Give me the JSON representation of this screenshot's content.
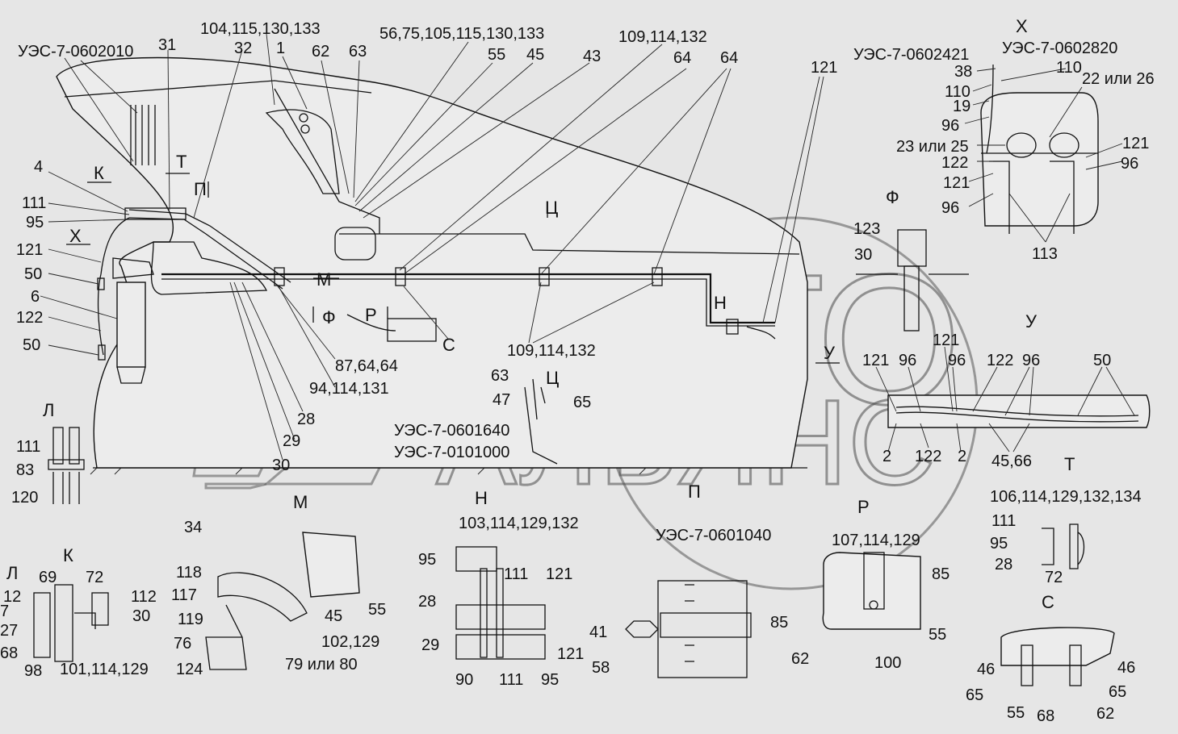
{
  "labels": [
    {
      "id": "l1",
      "text": "УЭС-7-0602010"
    },
    {
      "id": "l2",
      "text": "104,115,130,133"
    },
    {
      "id": "l3",
      "text": "31"
    },
    {
      "id": "l4",
      "text": "32"
    },
    {
      "id": "l5",
      "text": "1"
    },
    {
      "id": "l6",
      "text": "62"
    },
    {
      "id": "l7",
      "text": "63"
    },
    {
      "id": "l8",
      "text": "56,75,105,115,130,133"
    },
    {
      "id": "l9",
      "text": "55"
    },
    {
      "id": "l10",
      "text": "45"
    },
    {
      "id": "l11",
      "text": "43"
    },
    {
      "id": "l12",
      "text": "109,114,132"
    },
    {
      "id": "l13",
      "text": "64"
    },
    {
      "id": "l14",
      "text": "64"
    },
    {
      "id": "l15",
      "text": "121"
    },
    {
      "id": "l16",
      "text": "4"
    },
    {
      "id": "l17",
      "text": "К"
    },
    {
      "id": "l18",
      "text": "Т"
    },
    {
      "id": "l19",
      "text": "П"
    },
    {
      "id": "l20",
      "text": "111"
    },
    {
      "id": "l21",
      "text": "95"
    },
    {
      "id": "l22",
      "text": "Х"
    },
    {
      "id": "l23",
      "text": "121"
    },
    {
      "id": "l24",
      "text": "50"
    },
    {
      "id": "l25",
      "text": "6"
    },
    {
      "id": "l26",
      "text": "122"
    },
    {
      "id": "l27",
      "text": "50"
    },
    {
      "id": "l28",
      "text": "Ц"
    },
    {
      "id": "l29",
      "text": "М"
    },
    {
      "id": "l30",
      "text": "Ф"
    },
    {
      "id": "l31",
      "text": "Р"
    },
    {
      "id": "l32",
      "text": "С"
    },
    {
      "id": "l33",
      "text": "109,114,132"
    },
    {
      "id": "l34",
      "text": "87,64,64"
    },
    {
      "id": "l35",
      "text": "94,114,131"
    },
    {
      "id": "l36",
      "text": "28"
    },
    {
      "id": "l37",
      "text": "29"
    },
    {
      "id": "l38",
      "text": "30"
    },
    {
      "id": "l39",
      "text": "Н"
    },
    {
      "id": "l40",
      "text": "Л"
    },
    {
      "id": "l41",
      "text": "111"
    },
    {
      "id": "l42",
      "text": "83"
    },
    {
      "id": "l43",
      "text": "120"
    },
    {
      "id": "l44",
      "text": "63"
    },
    {
      "id": "l45",
      "text": "47"
    },
    {
      "id": "l46",
      "text": "Ц"
    },
    {
      "id": "l47",
      "text": "65"
    },
    {
      "id": "l48",
      "text": "УЭС-7-0601640"
    },
    {
      "id": "l49",
      "text": "УЭС-7-0101000"
    },
    {
      "id": "l50",
      "text": "Х"
    },
    {
      "id": "l51",
      "text": "УЭС-7-0602421"
    },
    {
      "id": "l52",
      "text": "УЭС-7-0602820"
    },
    {
      "id": "l53",
      "text": "38"
    },
    {
      "id": "l54",
      "text": "110"
    },
    {
      "id": "l55",
      "text": "110"
    },
    {
      "id": "l56",
      "text": "22 или 26"
    },
    {
      "id": "l57",
      "text": "19"
    },
    {
      "id": "l58",
      "text": "96"
    },
    {
      "id": "l59",
      "text": "23 или 25"
    },
    {
      "id": "l60",
      "text": "121"
    },
    {
      "id": "l61",
      "text": "122"
    },
    {
      "id": "l62",
      "text": "96"
    },
    {
      "id": "l63",
      "text": "121"
    },
    {
      "id": "l64",
      "text": "96"
    },
    {
      "id": "l65",
      "text": "113"
    },
    {
      "id": "l66",
      "text": "Ф"
    },
    {
      "id": "l67",
      "text": "123"
    },
    {
      "id": "l68",
      "text": "30"
    },
    {
      "id": "l69",
      "text": "У"
    },
    {
      "id": "l70",
      "text": "У"
    },
    {
      "id": "l71",
      "text": "121"
    },
    {
      "id": "l72",
      "text": "121"
    },
    {
      "id": "l73",
      "text": "96"
    },
    {
      "id": "l74",
      "text": "96"
    },
    {
      "id": "l75",
      "text": "122"
    },
    {
      "id": "l76",
      "text": "96"
    },
    {
      "id": "l77",
      "text": "50"
    },
    {
      "id": "l78",
      "text": "2"
    },
    {
      "id": "l79",
      "text": "122"
    },
    {
      "id": "l80",
      "text": "2"
    },
    {
      "id": "l81",
      "text": "45,66"
    },
    {
      "id": "l82",
      "text": "Т"
    },
    {
      "id": "l83",
      "text": "М"
    },
    {
      "id": "l84",
      "text": "Н"
    },
    {
      "id": "l85",
      "text": "П"
    },
    {
      "id": "l86",
      "text": "Р"
    },
    {
      "id": "l87",
      "text": "106,114,129,132,134"
    },
    {
      "id": "l88",
      "text": "34"
    },
    {
      "id": "l89",
      "text": "103,114,129,132"
    },
    {
      "id": "l90",
      "text": "УЭС-7-0601040"
    },
    {
      "id": "l91",
      "text": "107,114,129"
    },
    {
      "id": "l92",
      "text": "111"
    },
    {
      "id": "l93",
      "text": "95"
    },
    {
      "id": "l94",
      "text": "28"
    },
    {
      "id": "l95",
      "text": "72"
    },
    {
      "id": "l96",
      "text": "К"
    },
    {
      "id": "l97",
      "text": "Л"
    },
    {
      "id": "l98",
      "text": "69"
    },
    {
      "id": "l99",
      "text": "72"
    },
    {
      "id": "l100",
      "text": "12"
    },
    {
      "id": "l101",
      "text": "112"
    },
    {
      "id": "l102",
      "text": "7"
    },
    {
      "id": "l103",
      "text": "30"
    },
    {
      "id": "l104",
      "text": "27"
    },
    {
      "id": "l105",
      "text": "68"
    },
    {
      "id": "l106",
      "text": "98"
    },
    {
      "id": "l107",
      "text": "101,114,129"
    },
    {
      "id": "l108",
      "text": "118"
    },
    {
      "id": "l109",
      "text": "117"
    },
    {
      "id": "l110",
      "text": "119"
    },
    {
      "id": "l111",
      "text": "76"
    },
    {
      "id": "l112",
      "text": "124"
    },
    {
      "id": "l113",
      "text": "45"
    },
    {
      "id": "l114",
      "text": "55"
    },
    {
      "id": "l115",
      "text": "102,129"
    },
    {
      "id": "l116",
      "text": "79 или 80"
    },
    {
      "id": "l117",
      "text": "95"
    },
    {
      "id": "l118",
      "text": "111"
    },
    {
      "id": "l119",
      "text": "121"
    },
    {
      "id": "l120",
      "text": "28"
    },
    {
      "id": "l121",
      "text": "29"
    },
    {
      "id": "l122",
      "text": "121"
    },
    {
      "id": "l123",
      "text": "90"
    },
    {
      "id": "l124",
      "text": "111"
    },
    {
      "id": "l125",
      "text": "95"
    },
    {
      "id": "l126",
      "text": "41"
    },
    {
      "id": "l127",
      "text": "58"
    },
    {
      "id": "l128",
      "text": "85"
    },
    {
      "id": "l129",
      "text": "85"
    },
    {
      "id": "l130",
      "text": "55"
    },
    {
      "id": "l131",
      "text": "62"
    },
    {
      "id": "l132",
      "text": "100"
    },
    {
      "id": "l133",
      "text": "С"
    },
    {
      "id": "l134",
      "text": "46"
    },
    {
      "id": "l135",
      "text": "46"
    },
    {
      "id": "l136",
      "text": "65"
    },
    {
      "id": "l137",
      "text": "65"
    },
    {
      "id": "l138",
      "text": "55"
    },
    {
      "id": "l139",
      "text": "68"
    },
    {
      "id": "l140",
      "text": "62"
    }
  ],
  "watermark": {
    "line1": "АВТО",
    "line2": "АЛЬЯНС"
  }
}
